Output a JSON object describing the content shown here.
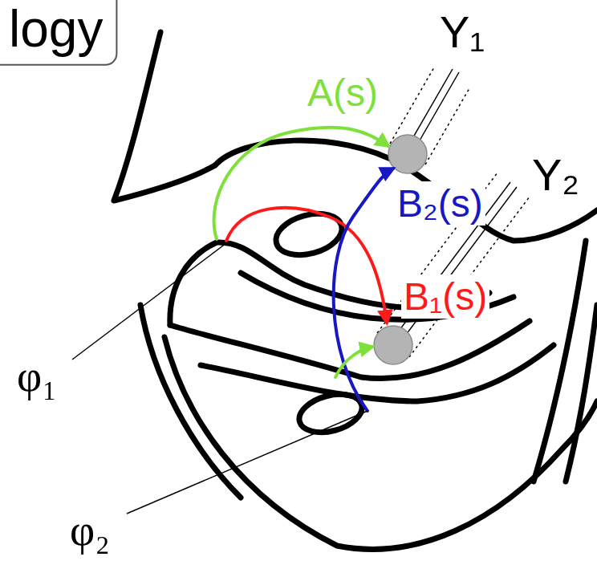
{
  "diagram": {
    "labels": [
      "logy",
      "Y₁",
      "A(s)",
      "Y₂",
      "B₂(s)",
      "B₁(s)",
      "φ₁",
      "φ₂"
    ]
  }
}
